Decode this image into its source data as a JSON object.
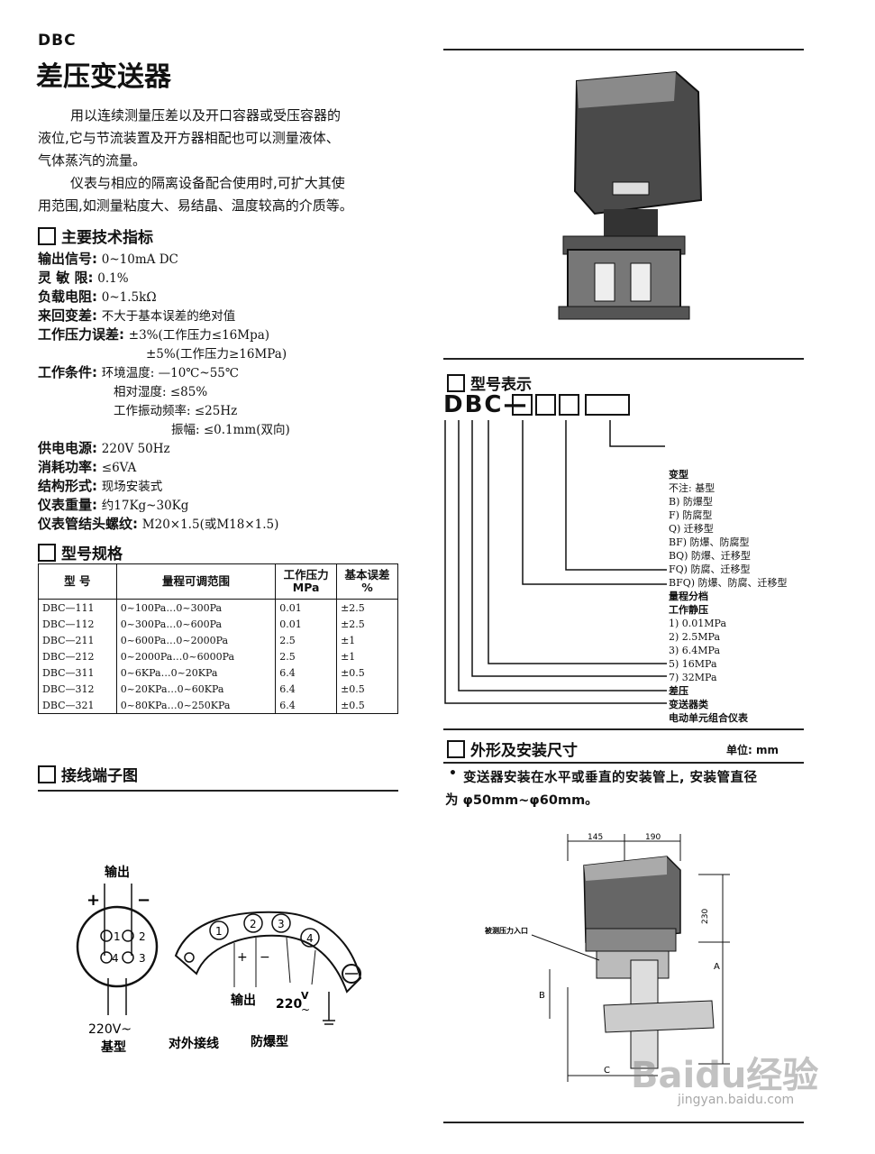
{
  "header": {
    "code": "DBC",
    "title": "差压变送器"
  },
  "intro": [
    "用以连续测量压差以及开口容器或受压容器的",
    "液位,它与节流装置及开方器相配也可以测量液体、",
    "气体蒸汽的流量。",
    "仪表与相应的隔离设备配合使用时,可扩大其使",
    "用范围,如测量粘度大、易结晶、温度较高的介质等。"
  ],
  "tech": {
    "heading": "主要技术指标",
    "rows": [
      {
        "label": "输出信号:",
        "value": "0~10mA DC"
      },
      {
        "label": "灵 敏 限:",
        "value": "0.1%"
      },
      {
        "label": "负载电阻:",
        "value": "0~1.5kΩ"
      },
      {
        "label": "来回变差:",
        "value": "不大于基本误差的绝对值"
      },
      {
        "label": "工作压力误差:",
        "value": "±3%(工作压力≤16Mpa)"
      },
      {
        "label": "",
        "value": "±5%(工作压力≥16MPa)"
      },
      {
        "label": "工作条件:",
        "value": "环境温度: —10℃~55℃"
      },
      {
        "label": "",
        "value": "相对湿度: ≤85%"
      },
      {
        "label": "",
        "value": "工作振动频率: ≤25Hz"
      },
      {
        "label": "",
        "value": "振幅: ≤0.1mm(双向)"
      },
      {
        "label": "供电电源:",
        "value": "220V 50Hz"
      },
      {
        "label": "消耗功率:",
        "value": "≤6VA"
      },
      {
        "label": "结构形式:",
        "value": "现场安装式"
      },
      {
        "label": "仪表重量:",
        "value": "约17Kg~30Kg"
      },
      {
        "label": "仪表管结头螺纹:",
        "value": "M20×1.5(或M18×1.5)"
      }
    ]
  },
  "spec_table": {
    "heading": "型号规格",
    "columns": [
      "型 号",
      "量程可调范围",
      "工作压力 MPa",
      "基本误差 %"
    ],
    "rows": [
      [
        "DBC—111",
        "0~100Pa…0~300Pa",
        "0.01",
        "±2.5"
      ],
      [
        "DBC—112",
        "0~300Pa…0~600Pa",
        "0.01",
        "±2.5"
      ],
      [
        "DBC—211",
        "0~600Pa…0~2000Pa",
        "2.5",
        "±1"
      ],
      [
        "DBC—212",
        "0~2000Pa…0~6000Pa",
        "2.5",
        "±1"
      ],
      [
        "DBC—311",
        "0~6KPa…0~20KPa",
        "6.4",
        "±0.5"
      ],
      [
        "DBC—312",
        "0~20KPa…0~60KPa",
        "6.4",
        "±0.5"
      ],
      [
        "DBC—321",
        "0~80KPa…0~250KPa",
        "6.4",
        "±0.5"
      ]
    ]
  },
  "wiring": {
    "heading": "接线端子图",
    "output_label": "输出",
    "plus": "+",
    "minus": "−",
    "pins": [
      "1",
      "2",
      "4",
      "3"
    ],
    "basic_caption_1": "220V~",
    "basic_caption_2": "基型",
    "ext_caption": "对外接线",
    "ex_caption": "防爆型",
    "arc_pins": [
      "1",
      "2",
      "3",
      "4"
    ],
    "arc_output": "输出",
    "arc_voltage": "220",
    "arc_v": "V",
    "arc_tilde": "~"
  },
  "model": {
    "heading": "型号表示",
    "prefix": "DBC—",
    "items": [
      {
        "text": "变型",
        "bold": true
      },
      {
        "text": "不注: 基型",
        "bold": false
      },
      {
        "text": "B) 防爆型",
        "bold": false
      },
      {
        "text": "F) 防腐型",
        "bold": false
      },
      {
        "text": "Q) 迁移型",
        "bold": false
      },
      {
        "text": "BF) 防爆、防腐型",
        "bold": false
      },
      {
        "text": "BQ) 防爆、迁移型",
        "bold": false
      },
      {
        "text": "FQ) 防腐、迁移型",
        "bold": false
      },
      {
        "text": "BFQ) 防爆、防腐、迁移型",
        "bold": false
      },
      {
        "text": "量程分档",
        "bold": true
      },
      {
        "text": "工作静压",
        "bold": true
      },
      {
        "text": "1) 0.01MPa",
        "bold": false
      },
      {
        "text": "2) 2.5MPa",
        "bold": false
      },
      {
        "text": "3) 6.4MPa",
        "bold": false
      },
      {
        "text": "5) 16MPa",
        "bold": false
      },
      {
        "text": "7) 32MPa",
        "bold": false
      },
      {
        "text": "差压",
        "bold": true
      },
      {
        "text": "变送器类",
        "bold": true
      },
      {
        "text": "电动单元组合仪表",
        "bold": true
      }
    ]
  },
  "dimensions": {
    "heading": "外形及安装尺寸",
    "unit": "单位: mm",
    "bullet_line1": "变送器安装在水平或垂直的安装管上, 安装管直径",
    "bullet_line2": "为 φ50mm~φ60mm。",
    "dim_145": "145",
    "dim_190": "190",
    "dim_230": "230",
    "dim_A": "A",
    "dim_B": "B",
    "dim_C": "C",
    "port_label": "被测压力入口"
  },
  "watermark": {
    "brand": "Baidu经验",
    "url": "jingyan.baidu.com"
  }
}
